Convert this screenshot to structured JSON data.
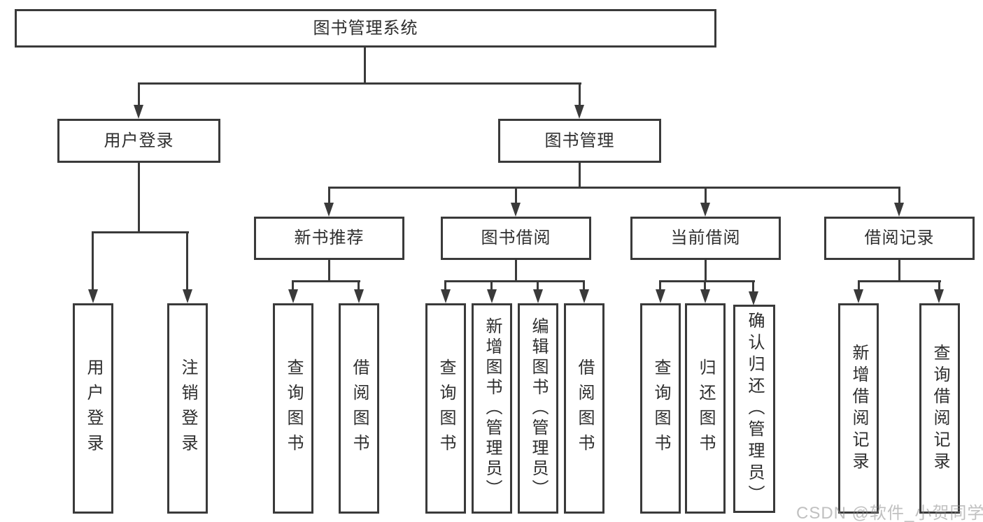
{
  "diagram": {
    "root": "图书管理系统",
    "level2": [
      "用户登录",
      "图书管理"
    ],
    "level3": [
      "新书推荐",
      "图书借阅",
      "当前借阅",
      "借阅记录"
    ],
    "leaves": {
      "user_login": [
        "用户登录",
        "注销登录"
      ],
      "new_book": [
        "查询图书",
        "借阅图书"
      ],
      "book_borrow": [
        "查询图书",
        "新增图书（管理员）",
        "编辑图书（管理员）",
        "借阅图书"
      ],
      "current_borrow": [
        "查询图书",
        "归还图书",
        "确认归还（管理员）"
      ],
      "borrow_record": [
        "新增借阅记录",
        "查询借阅记录"
      ]
    }
  },
  "watermark": "CSDN @软件_小贺同学",
  "colors": {
    "line": "#3a3a3a",
    "text": "#2e2e2e",
    "background": "#ffffff",
    "watermark": "#8c8c8c"
  }
}
